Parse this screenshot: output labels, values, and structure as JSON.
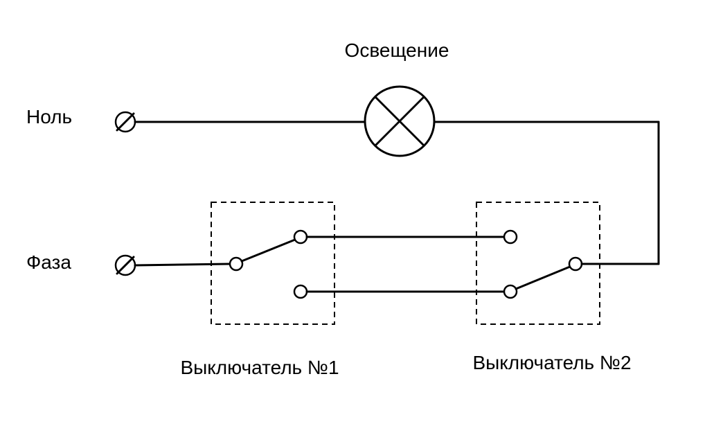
{
  "diagram": {
    "kind": "electrical-wiring-diagram-two-way-light-switch",
    "title": "Освещение",
    "neutral_label": "Ноль",
    "phase_label": "Фаза",
    "switch1_label": "Выключатель №1",
    "switch2_label": "Выключатель №2",
    "colors": {
      "line": "#000000",
      "background": "#ffffff"
    },
    "components": [
      "neutral-terminal-icon",
      "phase-terminal-icon",
      "lamp-icon",
      "switch-1-icon",
      "switch-2-icon"
    ]
  }
}
